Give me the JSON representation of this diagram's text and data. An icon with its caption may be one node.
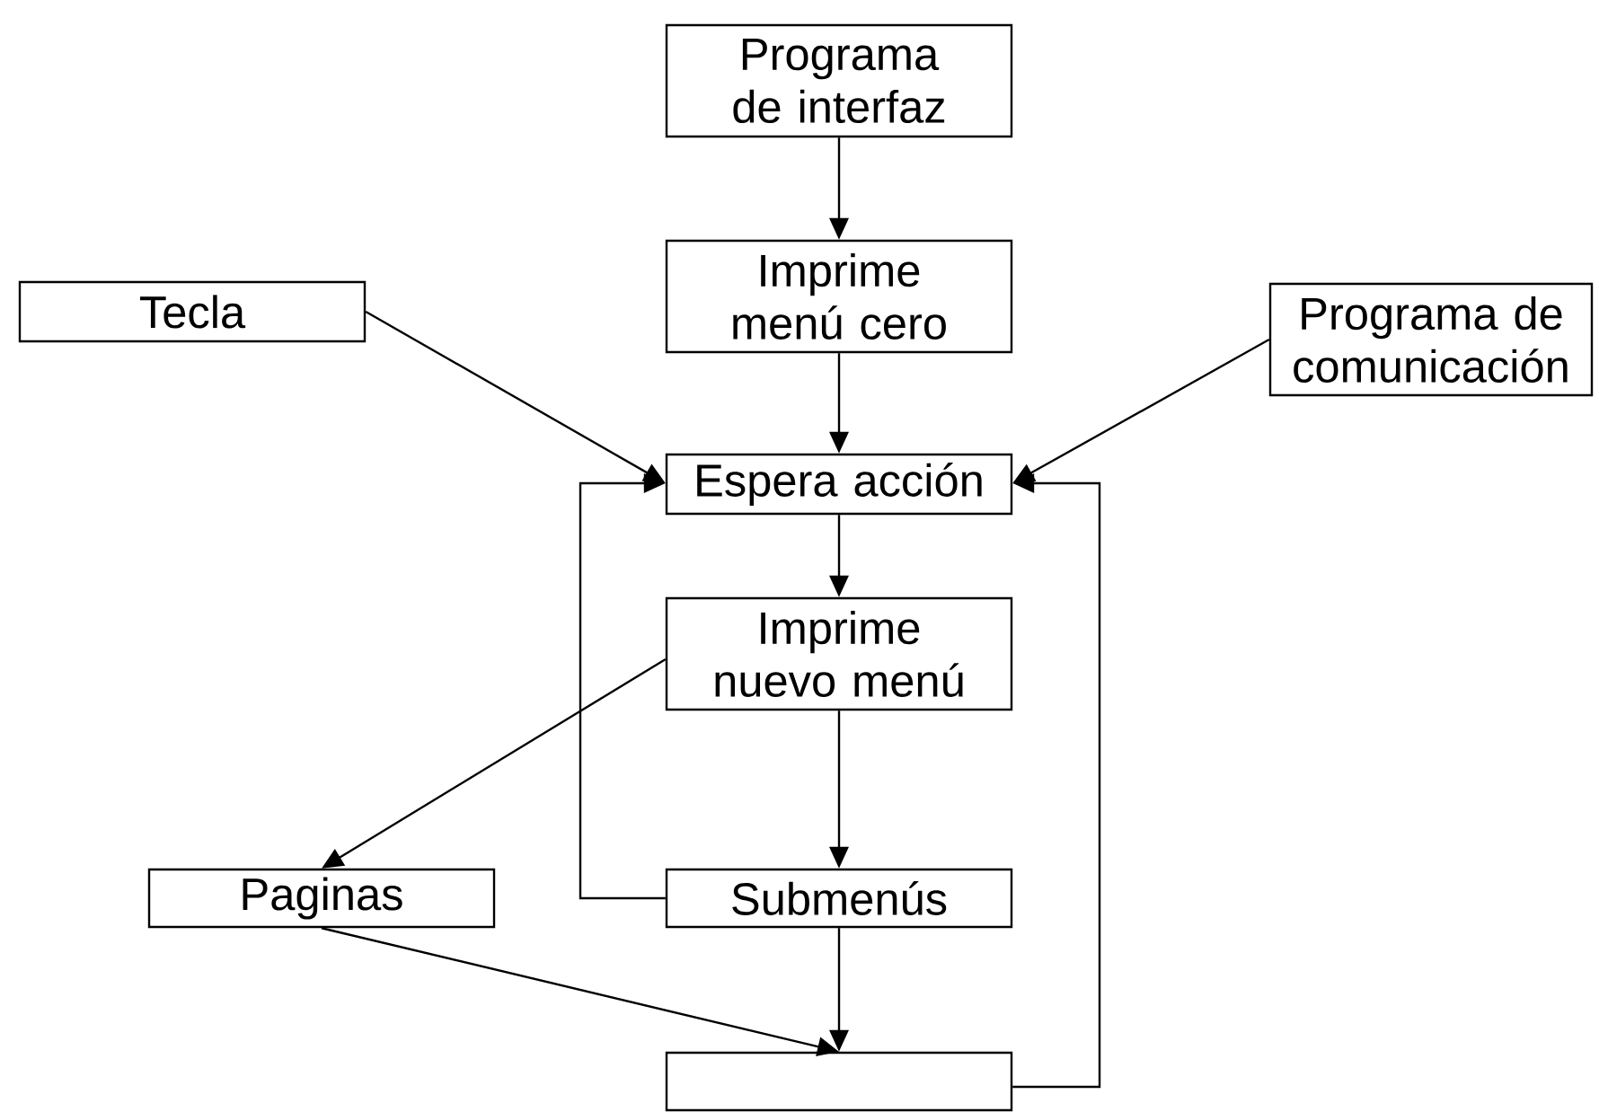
{
  "diagram": {
    "nodes": [
      {
        "text": [
          "Programa de interfaz"
        ]
      },
      {
        "text": [
          "Imprime menú cero"
        ]
      },
      {
        "text": [
          "Tecla"
        ]
      },
      {
        "text": [
          "Programa de comunicación"
        ]
      },
      {
        "text": [
          "Espera acción"
        ]
      },
      {
        "text": [
          "Imprime nuevo menú"
        ]
      },
      {
        "text": [
          "Paginas"
        ]
      },
      {
        "text": [
          "Submenús"
        ]
      },
      {
        "text": [],
        "shape": "box"
      }
    ],
    "edges": [
      {
        "from": 0,
        "to": 1,
        "arrow": "to"
      },
      {
        "from": 1,
        "to": 4,
        "arrow": "to"
      },
      {
        "from": 2,
        "to": 4,
        "arrow": "to"
      },
      {
        "from": 3,
        "to": 4,
        "arrow": "to"
      },
      {
        "from": 4,
        "to": 5,
        "arrow": "to"
      },
      {
        "from": 5,
        "to": 6,
        "arrow": "to"
      },
      {
        "from": 5,
        "to": 7,
        "arrow": "to"
      },
      {
        "from": 7,
        "to": 4,
        "arrow": "to"
      },
      {
        "from": 6,
        "to": 8,
        "arrow": "to"
      },
      {
        "from": 7,
        "to": 8,
        "arrow": "to"
      },
      {
        "from": 8,
        "to": 4,
        "arrow": "to"
      }
    ]
  }
}
